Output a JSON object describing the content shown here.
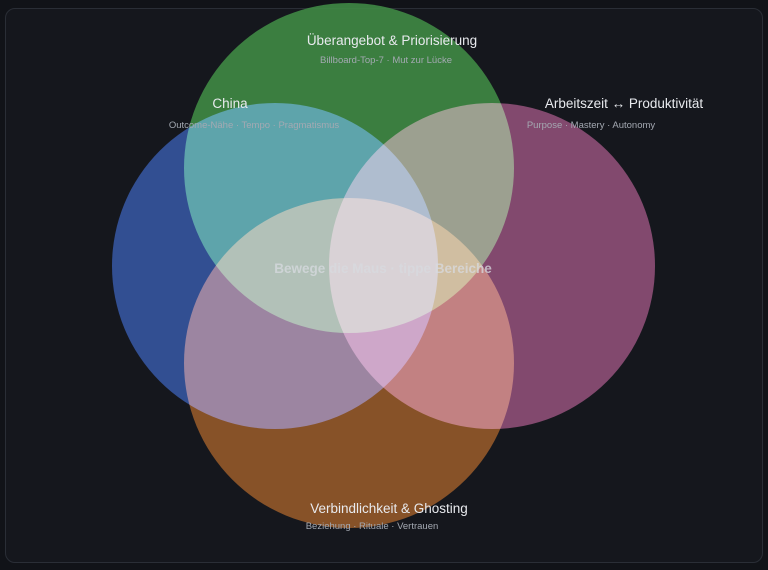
{
  "sets": [
    {
      "id": "top",
      "title": "Überangebot & Priorisierung",
      "subtitle": "Billboard-Top-7 · Mut zur Lücke",
      "color": "#3f8a45"
    },
    {
      "id": "left",
      "title": "China",
      "subtitle": "Outcome-Nähe · Tempo · Pragmatismus",
      "color": "#3555a0"
    },
    {
      "id": "right",
      "title": "Arbeitszeit ↔ Produktivität",
      "subtitle": "Purpose · Mastery · Autonomy",
      "color": "#8e4f78"
    },
    {
      "id": "bottom",
      "title": "Verbindlichkeit & Ghosting",
      "subtitle": "Beziehung · Rituale · Vertrauen",
      "color": "#93592a"
    }
  ],
  "hint": "Bewege die Maus · tippe Bereiche"
}
